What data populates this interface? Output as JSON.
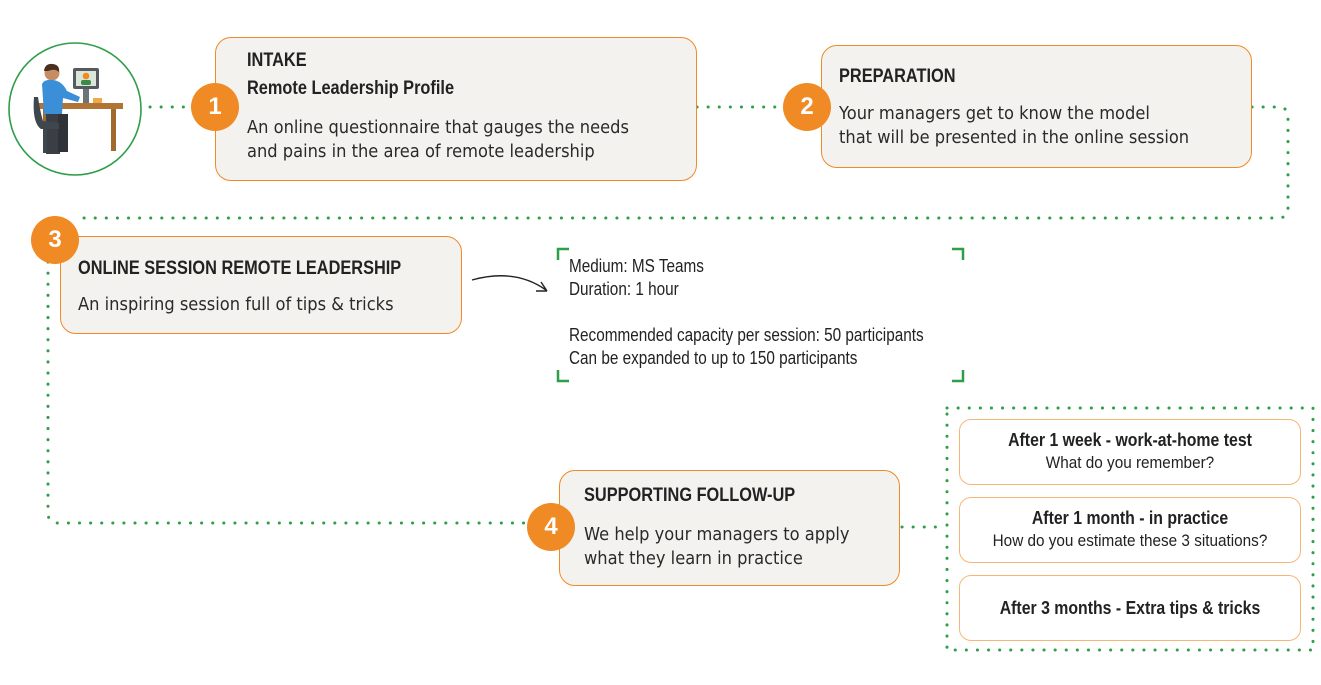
{
  "steps": [
    {
      "number": "1",
      "label": "INTAKE",
      "subtitle": "Remote Leadership Profile",
      "description": [
        "An online questionnaire that gauges the needs",
        "and pains in the area of remote leadership"
      ]
    },
    {
      "number": "2",
      "label": "PREPARATION",
      "description": [
        "Your managers get to know the model",
        "that will be presented in the online session"
      ]
    },
    {
      "number": "3",
      "label": "ONLINE SESSION REMOTE LEADERSHIP",
      "description": [
        "An inspiring session full of tips & tricks"
      ]
    },
    {
      "number": "4",
      "label": "SUPPORTING FOLLOW-UP",
      "description": [
        "We help your managers to apply",
        "what they learn in practice"
      ]
    }
  ],
  "session_info": {
    "medium": "Medium: MS Teams",
    "duration": "Duration: 1 hour",
    "capacity": "Recommended capacity per session: 50 participants",
    "expansion": "Can be expanded to up to 150 participants"
  },
  "followups": [
    {
      "title": "After 1 week - work-at-home test",
      "subtitle": "What do you remember?"
    },
    {
      "title": "After 1 month - in practice",
      "subtitle": "How do you estimate these 3 situations?"
    },
    {
      "title": "After 3 months - Extra tips & tricks",
      "subtitle": ""
    }
  ],
  "colors": {
    "accent_orange": "#f08a24",
    "connector_green": "#2e9e48",
    "box_background": "#f3f2ef"
  }
}
